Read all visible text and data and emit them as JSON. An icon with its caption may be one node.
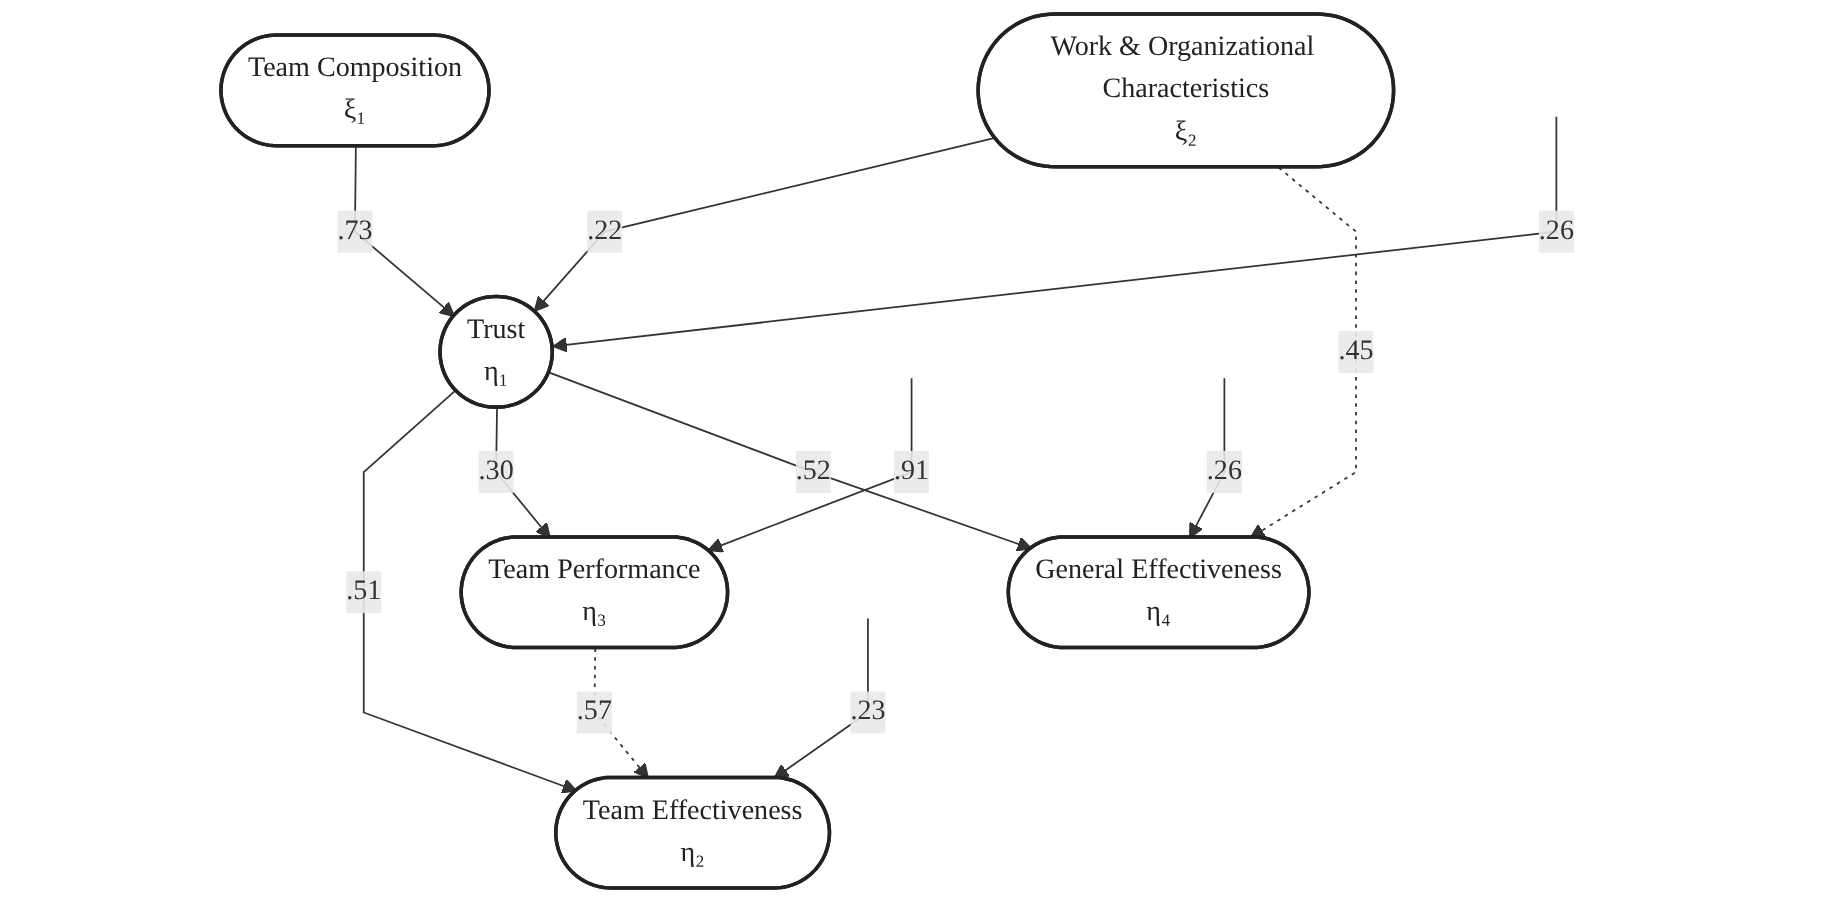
{
  "diagram": {
    "nodes": [
      {
        "text": [
          "Team Composition",
          "ξ₁"
        ]
      },
      {
        "text": [
          "Work & Organizational Characteristics",
          "ξ₂"
        ]
      },
      {
        "text": [
          "Trust",
          "η₁"
        ]
      },
      {
        "text": [
          "Team Effectiveness",
          "η₂"
        ]
      },
      {
        "text": [
          "Team Performance",
          "η₃"
        ]
      },
      {
        "text": [
          "General Effectiveness",
          "η₄"
        ]
      }
    ],
    "edges": [
      {
        "from": 0,
        "to": 2,
        "arrow": "to",
        "label": ".73"
      },
      {
        "from": 1,
        "to": 2,
        "arrow": "to",
        "label": ".22"
      },
      {
        "from": 1,
        "to": 5,
        "arrow": "to",
        "label": ".45",
        "style": "dashed"
      },
      {
        "from": null,
        "to": 2,
        "arrow": "to",
        "label": ".26"
      },
      {
        "from": 2,
        "to": 3,
        "arrow": "to",
        "label": ".51"
      },
      {
        "from": 2,
        "to": 4,
        "arrow": "to",
        "label": ".30"
      },
      {
        "from": 2,
        "to": 5,
        "arrow": "to",
        "label": ".52"
      },
      {
        "from": 4,
        "to": 3,
        "arrow": "to",
        "label": ".57",
        "style": "dashed"
      },
      {
        "from": null,
        "to": 3,
        "arrow": "to",
        "label": ".23"
      },
      {
        "from": null,
        "to": 4,
        "arrow": "to",
        "label": ".91"
      },
      {
        "from": null,
        "to": 5,
        "arrow": "to",
        "label": ".26"
      }
    ]
  }
}
